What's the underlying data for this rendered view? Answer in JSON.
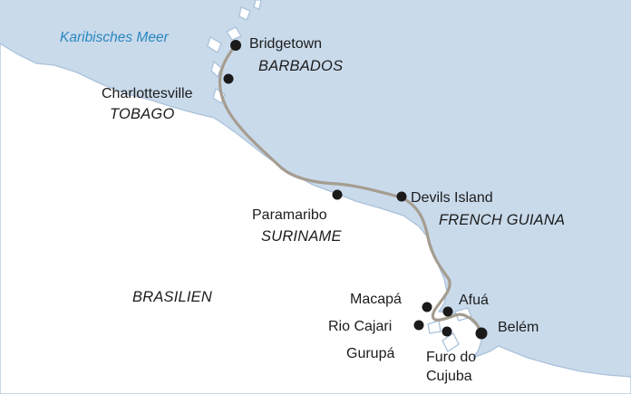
{
  "map": {
    "colors": {
      "sea": "#c9daeb",
      "land": "#ffffff",
      "coast": "#aac2db",
      "route": "#a59d90",
      "stop": "#1a1a1a",
      "sea_label": "#2b86bf",
      "text": "#1c1c1c"
    },
    "sea_labels": [
      {
        "text": "Karibisches Meer"
      }
    ],
    "countries": [
      {
        "text": "BARBADOS"
      },
      {
        "text": "TOBAGO"
      },
      {
        "text": "FRENCH GUIANA"
      },
      {
        "text": "SURINAME"
      },
      {
        "text": "BRASILIEN"
      }
    ],
    "ports": [
      {
        "name": "Bridgetown"
      },
      {
        "name": "Charlottesville"
      },
      {
        "name": "Devils Island"
      },
      {
        "name": "Paramaribo"
      },
      {
        "name": "Macapá"
      },
      {
        "name": "Afuá"
      },
      {
        "name": "Rio Cajari"
      },
      {
        "name": "Belém"
      },
      {
        "name": "Gurupá"
      },
      {
        "name": "Furo do",
        "name2": "Cujuba"
      }
    ]
  }
}
